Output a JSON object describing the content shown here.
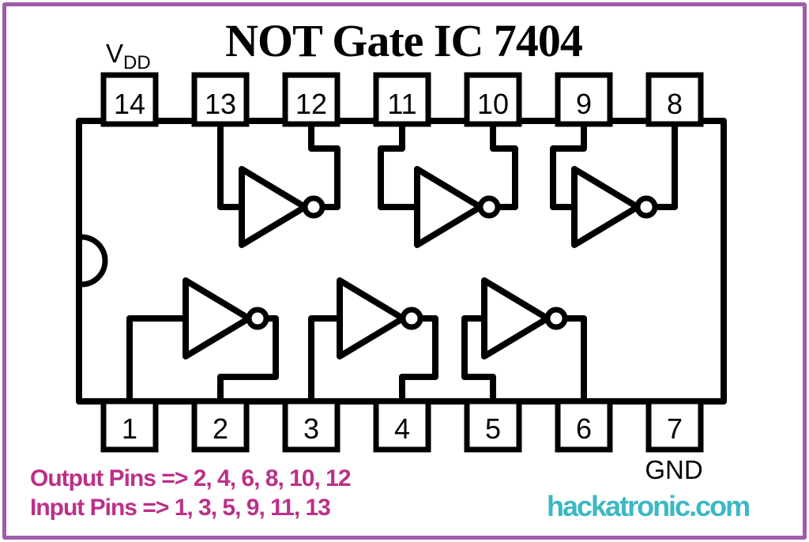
{
  "title": "NOT Gate IC 7404",
  "ic": {
    "top_pins": [
      "14",
      "13",
      "12",
      "11",
      "10",
      "9",
      "8"
    ],
    "bottom_pins": [
      "1",
      "2",
      "3",
      "4",
      "5",
      "6",
      "7"
    ],
    "power_label": {
      "main": "V",
      "sub": "DD"
    },
    "ground_label": "GND"
  },
  "notes": {
    "output_pins": "Output Pins => 2, 4, 6, 8, 10, 12",
    "input_pins": "Input Pins => 1, 3, 5, 9, 11, 13"
  },
  "watermark": "hackatronic.com",
  "colors": {
    "frame": "#a05cab",
    "ink": "#000000",
    "note_text": "#bb3088",
    "watermark_text": "#3bb8c4"
  }
}
